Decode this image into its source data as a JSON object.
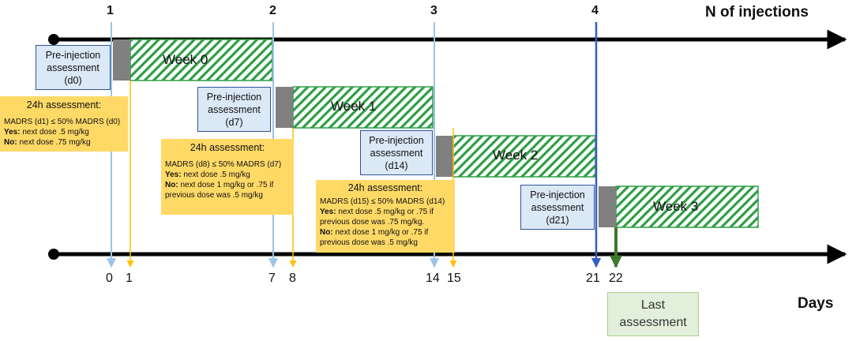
{
  "top_axis": {
    "title": "N of injections",
    "injections": [
      "1",
      "2",
      "3",
      "4"
    ]
  },
  "bottom_axis": {
    "title": "Days",
    "days": [
      "0",
      "1",
      "7",
      "8",
      "14",
      "15",
      "21",
      "22"
    ]
  },
  "weeks": [
    "Week 0",
    "Week 1",
    "Week 2",
    "Week 3"
  ],
  "pre_injection": [
    {
      "line1": "Pre-injection",
      "line2": "assessment",
      "line3": "(d0)"
    },
    {
      "line1": "Pre-injection",
      "line2": "assessment",
      "line3": "(d7)"
    },
    {
      "line1": "Pre-injection",
      "line2": "assessment",
      "line3": "(d14)"
    },
    {
      "line1": "Pre-injection",
      "line2": "assessment",
      "line3": "(d21)"
    }
  ],
  "assessments_24h": [
    {
      "title": "24h assessment:",
      "criterion": "MADRS (d1) ≤ 50% MADRS (d0)",
      "yes_label": "Yes:",
      "yes_text": " next dose .5 mg/kg",
      "no_label": "No:",
      "no_text": " next dose .75 mg/kg"
    },
    {
      "title": "24h assessment:",
      "criterion": "MADRS (d8) ≤ 50% MADRS (d7)",
      "yes_label": "Yes:",
      "yes_text": " next dose .5 mg/kg",
      "no_label": "No:",
      "no_text": " next dose 1 mg/kg or .75 if previous dose was .5 mg/kg"
    },
    {
      "title": "24h assessment:",
      "criterion": "MADRS (d15) ≤ 50% MADRS (d14)",
      "yes_label": "Yes:",
      "yes_text": " next dose .5 mg/kg or .75 if previous dose was .75 mg/kg.",
      "no_label": "No:",
      "no_text": " next dose 1 mg/kg or .75 if previous dose was .5 mg/kg"
    }
  ],
  "last_assessment": {
    "line1": "Last",
    "line2": "assessment"
  },
  "colors": {
    "axis": "#000000",
    "injection_marker": "#9dc3e6",
    "followup_marker": "#ffc000",
    "week_hatch": "#2e9e46",
    "dose_block": "#808080",
    "final_injection": "#2f5fbf",
    "final_assessment": "#3c7a2c"
  }
}
